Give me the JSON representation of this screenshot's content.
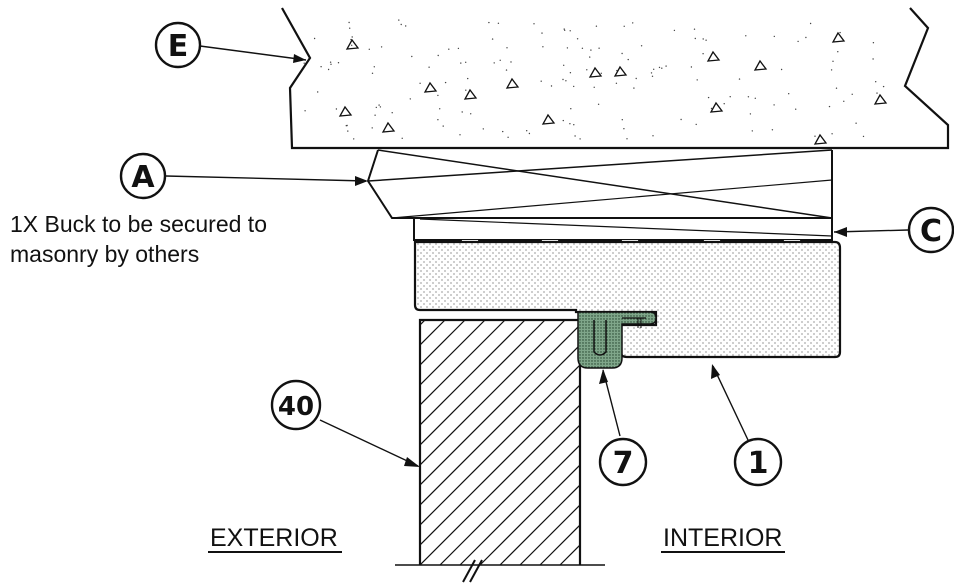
{
  "callouts": {
    "e": "E",
    "a": "A",
    "c": "C",
    "forty": "40",
    "seven": "7",
    "one": "1"
  },
  "notes": {
    "buck_line1": "1X Buck to be secured to",
    "buck_line2": "masonry by others"
  },
  "zones": {
    "exterior": "EXTERIOR",
    "interior": "INTERIOR"
  },
  "colors": {
    "line": "#111111",
    "seal_fill": "#4f7a5d",
    "background": "#ffffff"
  }
}
